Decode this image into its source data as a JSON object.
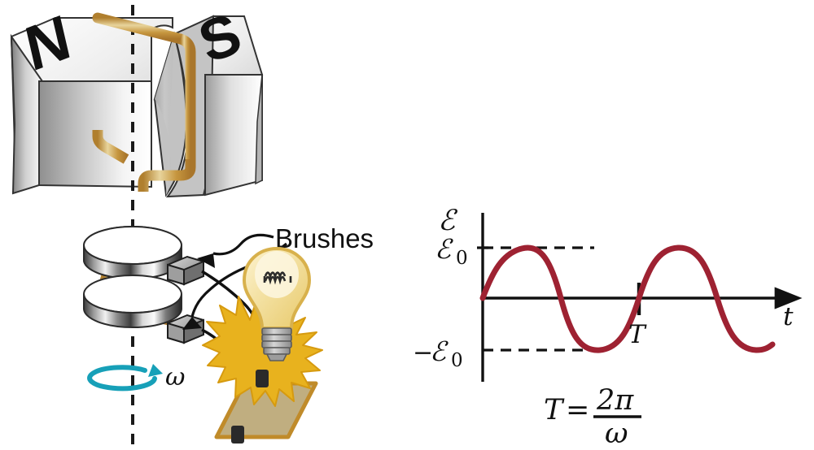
{
  "figure": {
    "title": "AC generator with slip rings, brushes and light bulb; output EMF versus time",
    "type": "physics-diagram"
  },
  "generator": {
    "magnets": [
      {
        "pole": "N",
        "name": "north-pole-magnet",
        "side": "left"
      },
      {
        "pole": "S",
        "name": "south-pole-magnet",
        "side": "right"
      }
    ],
    "coil_color": "#c6963f",
    "coil_highlight": "#e5c98a",
    "rotation": {
      "symbol": "ω",
      "arrow_color": "#17a0b8",
      "axis_style": "dashed"
    },
    "brushes_label": "Brushes",
    "slip_rings_count": 2,
    "bulb": {
      "glass_color": "#f2dc9a",
      "ray_color": "#e8b21e",
      "base_color": "#b5a67d"
    }
  },
  "chart_data": {
    "type": "line",
    "title": "",
    "xlabel": "t",
    "ylabel": "ℰ",
    "series": [
      {
        "name": "emf",
        "expression": "emf = E0 sin(omega t)",
        "color": "#9e2232",
        "x": [
          0,
          0.125,
          0.25,
          0.375,
          0.5,
          0.625,
          0.75,
          0.875,
          1.0,
          1.125,
          1.25,
          1.375,
          1.5,
          1.625,
          1.75,
          1.875
        ],
        "y": [
          0,
          0.707,
          1.0,
          0.707,
          0,
          -0.707,
          -1.0,
          -0.707,
          0,
          0.707,
          1.0,
          0.707,
          0,
          -0.707,
          -1.0,
          -0.924
        ]
      }
    ],
    "ytick_labels": [
      "ℰ₀",
      "−ℰ₀"
    ],
    "ytick_values": [
      1,
      -1
    ],
    "xtick_labels": [
      "T"
    ],
    "xtick_values": [
      1
    ],
    "ylim": [
      -1.35,
      1.45
    ],
    "xlim": [
      0,
      2.15
    ],
    "grid": false,
    "legend": false,
    "annotations": [
      {
        "name": "period-formula",
        "text": "T = 2π / ω",
        "numerator": "2π",
        "denominator": "ω",
        "lhs": "T",
        "eq": "="
      }
    ],
    "dashed_guides": [
      1,
      -1
    ],
    "axis_color": "#111111"
  },
  "labels": {
    "emf_axis": "ℰ",
    "emf_peak": "ℰ",
    "emf_peak_sub": "0",
    "emf_trough_minus": "−",
    "emf_trough": "ℰ",
    "emf_trough_sub": "0",
    "time_axis": "t",
    "period_tick": "T",
    "formula_T": "T",
    "formula_eq": "=",
    "formula_num": "2π",
    "formula_den": "ω",
    "omega": "ω",
    "brushes": "Brushes",
    "north": "N",
    "south": "S"
  }
}
